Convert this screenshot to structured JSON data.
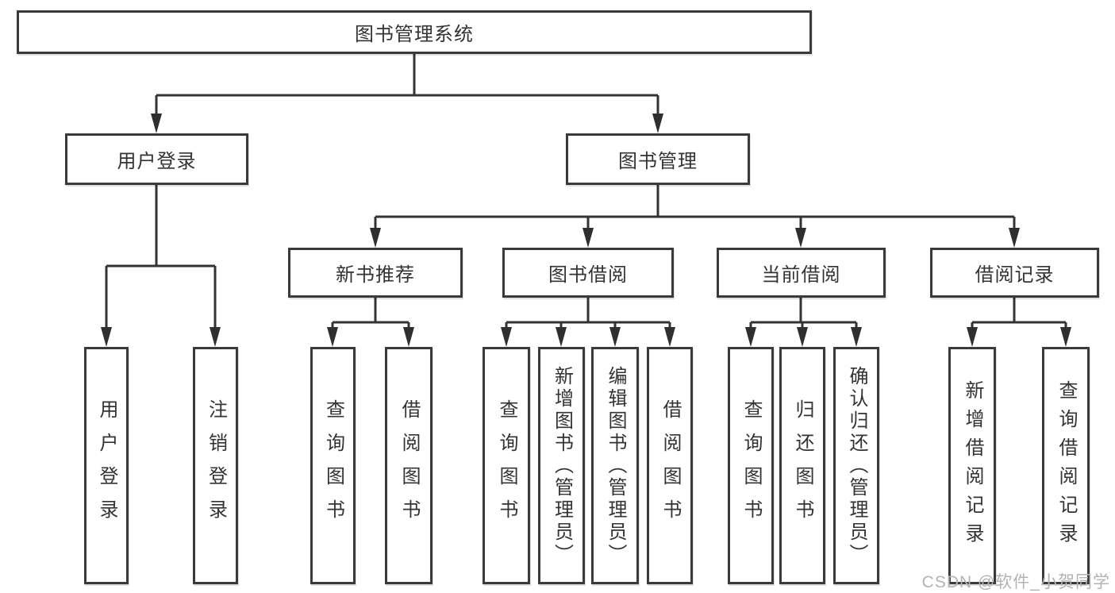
{
  "tree": {
    "root": {
      "label": "图书管理系统",
      "children": [
        {
          "label": "用户登录",
          "children": [
            {
              "label": "用户登录"
            },
            {
              "label": "注销登录"
            }
          ]
        },
        {
          "label": "图书管理",
          "children": [
            {
              "label": "新书推荐",
              "children": [
                {
                  "label": "查询图书"
                },
                {
                  "label": "借阅图书"
                }
              ]
            },
            {
              "label": "图书借阅",
              "children": [
                {
                  "label": "查询图书"
                },
                {
                  "label": "新增图书（管理员）"
                },
                {
                  "label": "编辑图书（管理员）"
                },
                {
                  "label": "借阅图书"
                }
              ]
            },
            {
              "label": "当前借阅",
              "children": [
                {
                  "label": "查询图书"
                },
                {
                  "label": "归还图书"
                },
                {
                  "label": "确认归还（管理员）"
                }
              ]
            },
            {
              "label": "借阅记录",
              "children": [
                {
                  "label": "新增借阅记录"
                },
                {
                  "label": "查询借阅记录"
                }
              ]
            }
          ]
        }
      ]
    }
  },
  "watermark": {
    "text": "CSDN @软件_小贺同学"
  },
  "colors": {
    "box_border": "#3a3a3a",
    "text": "#333333",
    "connector": "#333333",
    "watermark": "#b3b3b3",
    "background": "#ffffff"
  }
}
